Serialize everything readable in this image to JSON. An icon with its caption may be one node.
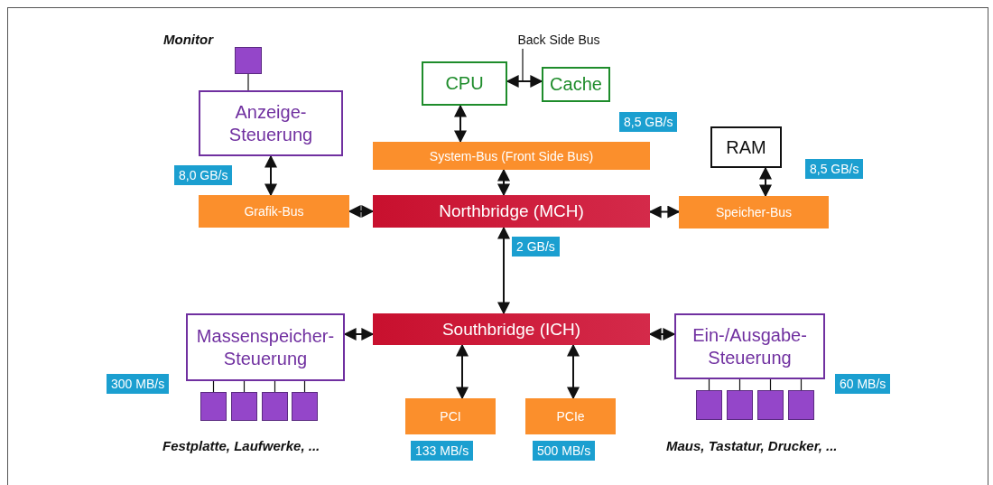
{
  "diagram": {
    "nodes": [
      {
        "text": [],
        "shape": "box"
      },
      {
        "text": [
          "Anzeige- Steuerung"
        ]
      },
      {
        "text": [
          "CPU"
        ]
      },
      {
        "text": [
          "Cache"
        ]
      },
      {
        "text": [
          "Back Side Bus"
        ]
      },
      {
        "text": [
          "System-Bus (Front Side Bus)"
        ]
      },
      {
        "text": [
          "RAM"
        ]
      },
      {
        "text": [
          "Grafik-Bus"
        ]
      },
      {
        "text": [
          "Northbridge (MCH)"
        ]
      },
      {
        "text": [
          "Speicher-Bus"
        ]
      },
      {
        "text": [
          "Southbridge (ICH)"
        ]
      },
      {
        "text": [
          "Massenspeicher- Steuerung"
        ]
      },
      {
        "text": [
          "Ein-/Ausgabe- Steuerung"
        ]
      },
      {
        "text": [
          "PCI"
        ],
        "beside": [
          "133 MB/s"
        ]
      },
      {
        "text": [
          "PCIe"
        ],
        "beside": [
          "500 MB/s"
        ]
      },
      {
        "text": [],
        "shape": "box"
      },
      {
        "text": [],
        "shape": "box"
      },
      {
        "text": [],
        "shape": "box"
      },
      {
        "text": [],
        "shape": "box"
      },
      {
        "text": [],
        "shape": "box"
      },
      {
        "text": [],
        "shape": "box"
      },
      {
        "text": [],
        "shape": "box"
      },
      {
        "text": [],
        "shape": "box"
      }
    ],
    "edges": [
      {
        "from": 0,
        "to": 1,
        "arrow": "none"
      },
      {
        "from": 2,
        "to": 3,
        "arrow": "both"
      },
      {
        "from": 4,
        "to": null,
        "arrow": "none"
      },
      {
        "from": 2,
        "to": 5,
        "arrow": "both"
      },
      {
        "from": 1,
        "to": 7,
        "arrow": "both"
      },
      {
        "from": 5,
        "to": 8,
        "arrow": "both"
      },
      {
        "from": 6,
        "to": 9,
        "arrow": "both"
      },
      {
        "from": 7,
        "to": 8,
        "arrow": "both"
      },
      {
        "from": 8,
        "to": 9,
        "arrow": "both"
      },
      {
        "from": 8,
        "to": 10,
        "arrow": "both"
      },
      {
        "from": 11,
        "to": 10,
        "arrow": "both"
      },
      {
        "from": 10,
        "to": 12,
        "arrow": "both"
      },
      {
        "from": 10,
        "to": 13,
        "arrow": "both"
      },
      {
        "from": 10,
        "to": 14,
        "arrow": "both"
      },
      {
        "from": 11,
        "to": 15,
        "arrow": "none"
      },
      {
        "from": 11,
        "to": 16,
        "arrow": "none"
      },
      {
        "from": 11,
        "to": 17,
        "arrow": "none"
      },
      {
        "from": 11,
        "to": 18,
        "arrow": "none"
      },
      {
        "from": 12,
        "to": 19,
        "arrow": "none"
      },
      {
        "from": 12,
        "to": 20,
        "arrow": "none"
      },
      {
        "from": 12,
        "to": 21,
        "arrow": "none"
      },
      {
        "from": 12,
        "to": 22,
        "arrow": "none"
      }
    ],
    "labels": [
      "Monitor",
      "8,5 GB/s",
      "8,5 GB/s",
      "8,0 GB/s",
      "2 GB/s",
      "300 MB/s",
      "60 MB/s",
      "Festplatte, Laufwerke, ...",
      "Maus, Tastatur, Drucker, ..."
    ]
  }
}
